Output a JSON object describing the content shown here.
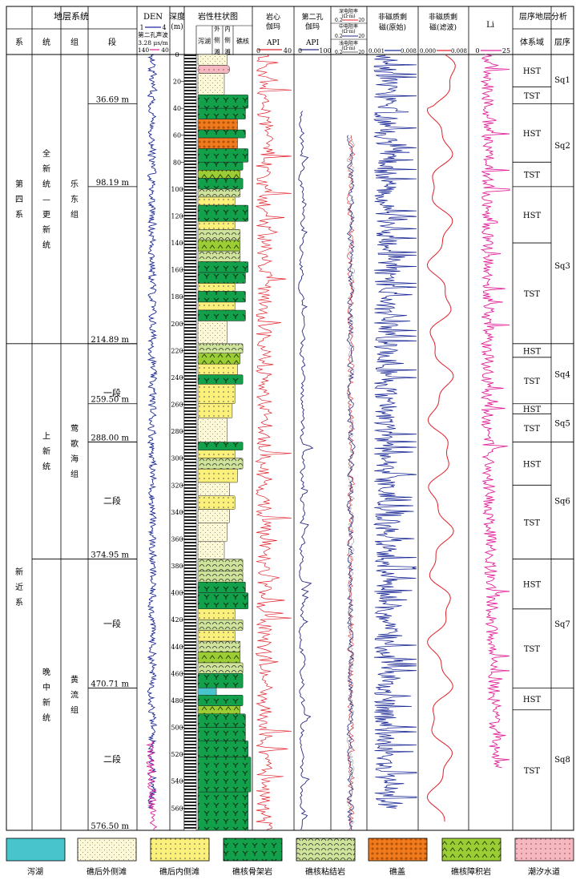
{
  "header": {
    "strat_system": "地层系统",
    "cols": [
      "系",
      "统",
      "组",
      "段"
    ],
    "den": "DEN",
    "den_scale": [
      "1",
      "4"
    ],
    "sonic_label": "第二孔声波",
    "sonic_unit": "3.28 μs/m",
    "sonic_scale": [
      "140",
      "40"
    ],
    "depth": "深度",
    "depth_unit": "(m)",
    "lith": "岩性柱状图",
    "lith_sub": [
      "泻湖",
      "外侧滩",
      "内侧滩",
      "礁核"
    ],
    "core_gamma": [
      "岩心",
      "伽玛"
    ],
    "core_gamma_unit": "API",
    "core_gamma_scale": [
      "0",
      "40"
    ],
    "hole_gamma": [
      "第二孔",
      "伽玛"
    ],
    "hole_gamma_unit": "API",
    "hole_gamma_scale": [
      "0",
      "100"
    ],
    "res_deep": "深电阻率",
    "res_mid": "中电阻率",
    "res_shallow": "浅电阻率",
    "res_unit": "(Ω·m)",
    "res_scale": [
      "0.2",
      "20"
    ],
    "nrm_raw": [
      "非磁质剩",
      "磁(原始)"
    ],
    "nrm_raw_scale": [
      "0.001",
      "0.008"
    ],
    "nrm_filt": [
      "非磁质剩",
      "磁(滤波)"
    ],
    "nrm_filt_scale": [
      "0.000",
      "0.008"
    ],
    "li": "Li",
    "li_scale": [
      "0",
      "25"
    ],
    "seq": "层序地层分析",
    "seq_cols": [
      "体系域",
      "层序"
    ]
  },
  "strat": {
    "systems": [
      {
        "name": "第四系",
        "top": 0,
        "bottom": 214.89
      },
      {
        "name": "新近系",
        "top": 214.89,
        "bottom": 576.5
      }
    ],
    "series": [
      {
        "name": "全新统—更新统",
        "top": 0,
        "bottom": 214.89
      },
      {
        "name": "上新统",
        "top": 214.89,
        "bottom": 374.95
      },
      {
        "name": "晚中新统",
        "top": 374.95,
        "bottom": 576.5
      }
    ],
    "formations": [
      {
        "name": "乐东组",
        "top": 0,
        "bottom": 214.89
      },
      {
        "name": "莺歌海组",
        "top": 214.89,
        "bottom": 374.95
      },
      {
        "name": "黄流组",
        "top": 374.95,
        "bottom": 576.5
      }
    ],
    "members": [
      {
        "name": "一段",
        "top": 214.89,
        "bottom": 288.0
      },
      {
        "name": "二段",
        "top": 288.0,
        "bottom": 374.95
      },
      {
        "name": "一段",
        "top": 374.95,
        "bottom": 470.71
      },
      {
        "name": "二段",
        "top": 470.71,
        "bottom": 576.5
      }
    ],
    "depth_markers": [
      {
        "label": "36.69 m",
        "depth": 36.69
      },
      {
        "label": "98.19 m",
        "depth": 98.19
      },
      {
        "label": "214.89 m",
        "depth": 214.89
      },
      {
        "label": "259.50 m",
        "depth": 259.5
      },
      {
        "label": "288.00 m",
        "depth": 288.0
      },
      {
        "label": "374.95 m",
        "depth": 374.95
      },
      {
        "label": "470.71 m",
        "depth": 470.71
      },
      {
        "label": "576.50 m",
        "depth": 576.5
      }
    ]
  },
  "depth_ticks": [
    0,
    20,
    40,
    60,
    80,
    100,
    120,
    140,
    160,
    180,
    200,
    220,
    240,
    260,
    280,
    300,
    320,
    340,
    360,
    380,
    400,
    420,
    440,
    460,
    480,
    500,
    520,
    540,
    560
  ],
  "sequences": [
    {
      "name": "Sq1",
      "top": 0,
      "bottom": 36.69,
      "tracts": [
        {
          "name": "HST",
          "top": 0,
          "bottom": 24
        },
        {
          "name": "TST",
          "top": 24,
          "bottom": 36.69
        }
      ]
    },
    {
      "name": "Sq2",
      "top": 36.69,
      "bottom": 98.19,
      "tracts": [
        {
          "name": "HST",
          "top": 36.69,
          "bottom": 80
        },
        {
          "name": "TST",
          "top": 80,
          "bottom": 98.19
        }
      ]
    },
    {
      "name": "Sq3",
      "top": 98.19,
      "bottom": 214.89,
      "tracts": [
        {
          "name": "HST",
          "top": 98.19,
          "bottom": 140
        },
        {
          "name": "TST",
          "top": 140,
          "bottom": 214.89
        }
      ]
    },
    {
      "name": "Sq4",
      "top": 214.89,
      "bottom": 259.5,
      "tracts": [
        {
          "name": "HST",
          "top": 214.89,
          "bottom": 225
        },
        {
          "name": "TST",
          "top": 225,
          "bottom": 259.5
        }
      ]
    },
    {
      "name": "Sq5",
      "top": 259.5,
      "bottom": 288.0,
      "tracts": [
        {
          "name": "HST",
          "top": 259.5,
          "bottom": 267
        },
        {
          "name": "TST",
          "top": 267,
          "bottom": 288.0
        }
      ]
    },
    {
      "name": "Sq6",
      "top": 288.0,
      "bottom": 374.95,
      "tracts": [
        {
          "name": "HST",
          "top": 288.0,
          "bottom": 320
        },
        {
          "name": "TST",
          "top": 320,
          "bottom": 374.95
        }
      ]
    },
    {
      "name": "Sq7",
      "top": 374.95,
      "bottom": 470.71,
      "tracts": [
        {
          "name": "HST",
          "top": 374.95,
          "bottom": 412
        },
        {
          "name": "TST",
          "top": 412,
          "bottom": 470.71
        }
      ]
    },
    {
      "name": "Sq8",
      "top": 470.71,
      "bottom": 576.5,
      "tracts": [
        {
          "name": "HST",
          "top": 470.71,
          "bottom": 487
        },
        {
          "name": "TST",
          "top": 487,
          "bottom": 576.5
        }
      ]
    }
  ],
  "lithology": [
    {
      "top": 0,
      "bottom": 8,
      "type": "outer",
      "w": 0.55
    },
    {
      "top": 8,
      "bottom": 14,
      "type": "tidal",
      "w": 0.6
    },
    {
      "top": 14,
      "bottom": 30,
      "type": "outer",
      "w": 0.5
    },
    {
      "top": 30,
      "bottom": 40,
      "type": "frame",
      "w": 0.95
    },
    {
      "top": 40,
      "bottom": 48,
      "type": "frame",
      "w": 0.9
    },
    {
      "top": 48,
      "bottom": 56,
      "type": "cap",
      "w": 0.75
    },
    {
      "top": 56,
      "bottom": 62,
      "type": "frame",
      "w": 0.9
    },
    {
      "top": 62,
      "bottom": 70,
      "type": "cap",
      "w": 0.75
    },
    {
      "top": 70,
      "bottom": 80,
      "type": "frame",
      "w": 0.95
    },
    {
      "top": 80,
      "bottom": 86,
      "type": "frame",
      "w": 0.85
    },
    {
      "top": 86,
      "bottom": 92,
      "type": "baffle",
      "w": 0.8
    },
    {
      "top": 92,
      "bottom": 100,
      "type": "frame",
      "w": 0.85
    },
    {
      "top": 100,
      "bottom": 106,
      "type": "bind",
      "w": 0.8
    },
    {
      "top": 106,
      "bottom": 112,
      "type": "inner",
      "w": 0.7
    },
    {
      "top": 112,
      "bottom": 124,
      "type": "frame",
      "w": 0.95
    },
    {
      "top": 124,
      "bottom": 130,
      "type": "inner",
      "w": 0.7
    },
    {
      "top": 130,
      "bottom": 138,
      "type": "bind",
      "w": 0.8
    },
    {
      "top": 138,
      "bottom": 146,
      "type": "baffle",
      "w": 0.8
    },
    {
      "top": 146,
      "bottom": 154,
      "type": "bind",
      "w": 0.8
    },
    {
      "top": 154,
      "bottom": 162,
      "type": "frame",
      "w": 0.95
    },
    {
      "top": 162,
      "bottom": 170,
      "type": "frame",
      "w": 0.9
    },
    {
      "top": 170,
      "bottom": 176,
      "type": "inner",
      "w": 0.7
    },
    {
      "top": 176,
      "bottom": 184,
      "type": "frame",
      "w": 0.9
    },
    {
      "top": 184,
      "bottom": 190,
      "type": "inner",
      "w": 0.7
    },
    {
      "top": 190,
      "bottom": 198,
      "type": "frame",
      "w": 0.9
    },
    {
      "top": 198,
      "bottom": 214.89,
      "type": "outer",
      "w": 0.55
    },
    {
      "top": 214.89,
      "bottom": 222,
      "type": "bind",
      "w": 0.85
    },
    {
      "top": 222,
      "bottom": 230,
      "type": "baffle",
      "w": 0.8
    },
    {
      "top": 230,
      "bottom": 238,
      "type": "inner",
      "w": 0.75
    },
    {
      "top": 238,
      "bottom": 245,
      "type": "frame",
      "w": 0.85
    },
    {
      "top": 245,
      "bottom": 259.5,
      "type": "inner",
      "w": 0.7
    },
    {
      "top": 259.5,
      "bottom": 270,
      "type": "inner",
      "w": 0.65
    },
    {
      "top": 270,
      "bottom": 288,
      "type": "outer",
      "w": 0.55
    },
    {
      "top": 288,
      "bottom": 294,
      "type": "frame",
      "w": 0.85
    },
    {
      "top": 294,
      "bottom": 300,
      "type": "inner",
      "w": 0.7
    },
    {
      "top": 300,
      "bottom": 308,
      "type": "bind",
      "w": 0.85
    },
    {
      "top": 308,
      "bottom": 318,
      "type": "inner",
      "w": 0.75
    },
    {
      "top": 318,
      "bottom": 328,
      "type": "outer",
      "w": 0.6
    },
    {
      "top": 328,
      "bottom": 338,
      "type": "inner",
      "w": 0.7
    },
    {
      "top": 338,
      "bottom": 348,
      "type": "outer",
      "w": 0.6
    },
    {
      "top": 348,
      "bottom": 362,
      "type": "outer",
      "w": 0.55
    },
    {
      "top": 362,
      "bottom": 374.95,
      "type": "outer",
      "w": 0.5
    },
    {
      "top": 374.95,
      "bottom": 384,
      "type": "bind",
      "w": 0.85
    },
    {
      "top": 384,
      "bottom": 392,
      "type": "bind",
      "w": 0.85
    },
    {
      "top": 392,
      "bottom": 400,
      "type": "frame",
      "w": 0.9
    },
    {
      "top": 400,
      "bottom": 412,
      "type": "frame",
      "w": 0.95
    },
    {
      "top": 412,
      "bottom": 420,
      "type": "inner",
      "w": 0.7
    },
    {
      "top": 420,
      "bottom": 428,
      "type": "bind",
      "w": 0.85
    },
    {
      "top": 428,
      "bottom": 436,
      "type": "inner",
      "w": 0.7
    },
    {
      "top": 436,
      "bottom": 444,
      "type": "bind",
      "w": 0.8
    },
    {
      "top": 444,
      "bottom": 452,
      "type": "baffle",
      "w": 0.8
    },
    {
      "top": 452,
      "bottom": 460,
      "type": "bind",
      "w": 0.85
    },
    {
      "top": 460,
      "bottom": 470.71,
      "type": "frame",
      "w": 0.85
    },
    {
      "top": 470.71,
      "bottom": 476,
      "type": "lagoon",
      "w": 0.35
    },
    {
      "top": 476,
      "bottom": 484,
      "type": "frame",
      "w": 0.85
    },
    {
      "top": 484,
      "bottom": 490,
      "type": "baffle",
      "w": 0.8
    },
    {
      "top": 490,
      "bottom": 500,
      "type": "frame",
      "w": 0.9
    },
    {
      "top": 500,
      "bottom": 510,
      "type": "frame",
      "w": 0.9
    },
    {
      "top": 510,
      "bottom": 522,
      "type": "frame",
      "w": 0.95
    },
    {
      "top": 522,
      "bottom": 548,
      "type": "frame",
      "w": 1.0
    },
    {
      "top": 548,
      "bottom": 576.5,
      "type": "frame",
      "w": 0.95
    }
  ],
  "legend": [
    {
      "label": "泻湖",
      "type": "lagoon"
    },
    {
      "label": "礁后外侧滩",
      "type": "outer"
    },
    {
      "label": "礁后内侧滩",
      "type": "inner"
    },
    {
      "label": "礁核骨架岩",
      "type": "frame"
    },
    {
      "label": "礁核粘结岩",
      "type": "bind"
    },
    {
      "label": "礁盖",
      "type": "cap"
    },
    {
      "label": "礁核障积岩",
      "type": "baffle"
    },
    {
      "label": "潮汐水道",
      "type": "tidal"
    }
  ],
  "colors": {
    "lagoon": "#48c4cc",
    "outer": "#fdf8d6",
    "inner": "#fbf17a",
    "frame": "#13a04a",
    "bind": "#cfe49a",
    "cap": "#f07a1c",
    "baffle": "#9ccd35",
    "tidal": "#f5b8c0",
    "blue": "#1c2a96",
    "red": "#e0202a",
    "magenta": "#e0209a",
    "navy": "#2a2a80"
  }
}
